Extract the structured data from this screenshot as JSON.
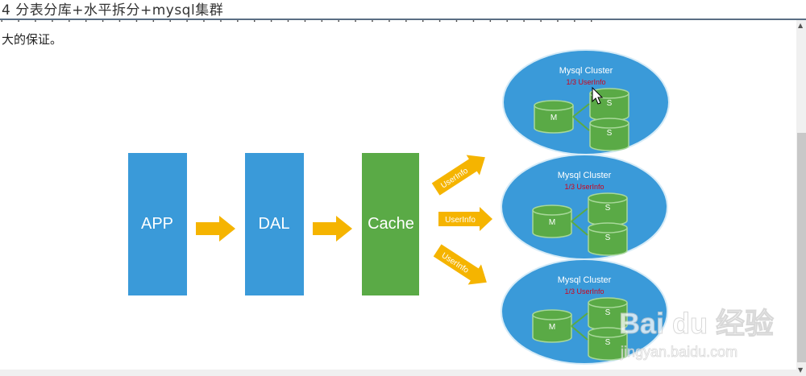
{
  "header": {
    "title": "4 分表分库+水平拆分+mysql集群"
  },
  "article": {
    "cut_line": "· · · · · · · · · · · · · · · · · · · · · · · · · · · · · · · · · · · ·",
    "paragraph_end": "大的保证。"
  },
  "diagram": {
    "app": "APP",
    "dal": "DAL",
    "cache": "Cache",
    "arrow_label": "UserInfo",
    "clusters": [
      {
        "title": "Mysql Cluster",
        "share": "1/3 UserInfo",
        "master": "M",
        "slave1": "S",
        "slave2": "S"
      },
      {
        "title": "Mysql Cluster",
        "share": "1/3 UserInfo",
        "master": "M",
        "slave1": "S",
        "slave2": "S"
      },
      {
        "title": "Mysql Cluster",
        "share": "1/3 UserInfo",
        "master": "M",
        "slave1": "S",
        "slave2": "S"
      }
    ],
    "colors": {
      "blue": "#3a9ad9",
      "green": "#5aaa46",
      "arrow": "#f5b400",
      "share": "#d0021b"
    }
  },
  "watermark": {
    "brand": "Bai du 经验",
    "url": "jingyan.baidu.com"
  }
}
